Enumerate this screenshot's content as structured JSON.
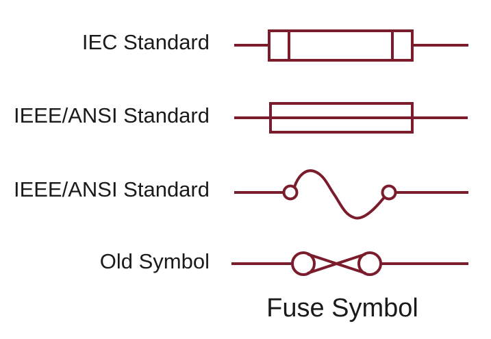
{
  "title": "Fuse Symbol",
  "colors": {
    "symbol": "#7b1c2d",
    "text": "#1a1a1a",
    "background": "#ffffff"
  },
  "rows": [
    {
      "label": "IEC Standard",
      "symbol_name": "iec-fuse-symbol"
    },
    {
      "label": "IEEE/ANSI Standard",
      "symbol_name": "ieee-ansi-fuse-box-symbol"
    },
    {
      "label": "IEEE/ANSI Standard",
      "symbol_name": "ieee-ansi-fuse-wave-symbol"
    },
    {
      "label": "Old Symbol",
      "symbol_name": "old-fuse-symbol"
    }
  ]
}
